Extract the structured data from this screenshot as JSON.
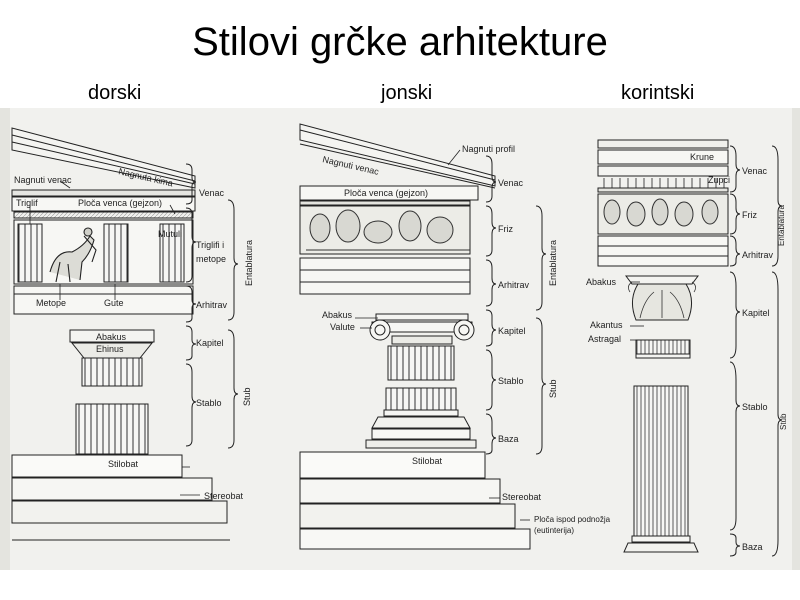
{
  "title": "Stilovi grčke arhitekture",
  "styles": [
    "dorski",
    "jonski",
    "korintski"
  ],
  "doric": {
    "nagnuta_kima": "Nagnuta kima",
    "nagnuti_venac": "Nagnuti venac",
    "triglif": "Triglif",
    "ploca": "Ploča venca (gejzon)",
    "mutuli": "Mutuli",
    "metope": "Metope",
    "gute": "Gute",
    "abakus": "Abakus",
    "ehinus": "Ehinus",
    "stilobat": "Stilobat",
    "stereobat": "Stereobat",
    "venac": "Venac",
    "triglifi_metope": "Triglifi i metope",
    "arhitrav": "Arhitrav",
    "kapitel": "Kapitel",
    "stablo": "Stablo",
    "entablatura": "Entablatura",
    "stub": "Stub"
  },
  "ionic": {
    "nagnuti_profil": "Nagnuti profil",
    "nagnuti_venac": "Nagnuti venac",
    "ploca": "Ploča venca (gejzon)",
    "abakus": "Abakus",
    "valute": "Valute",
    "stilobat": "Stilobat",
    "stereobat": "Stereobat",
    "ploca_ispod_1": "Ploča ispod podnožja",
    "ploca_ispod_2": "(eutinterija)",
    "venac": "Venac",
    "friz": "Friz",
    "arhitrav": "Arhitrav",
    "kapitel": "Kapitel",
    "stablo": "Stablo",
    "baza": "Baza",
    "entablatura": "Entablatura",
    "stub": "Stub"
  },
  "corinthian": {
    "krune": "Krune",
    "zupci": "Zupci",
    "abakus": "Abakus",
    "akantus": "Akantus",
    "astragal": "Astragal",
    "venac": "Venac",
    "friz": "Friz",
    "arhitrav": "Arhitrav",
    "kapitel": "Kapitel",
    "stablo": "Stablo",
    "baza": "Baza",
    "entablatura": "Entablatura",
    "stub": "Stub"
  }
}
